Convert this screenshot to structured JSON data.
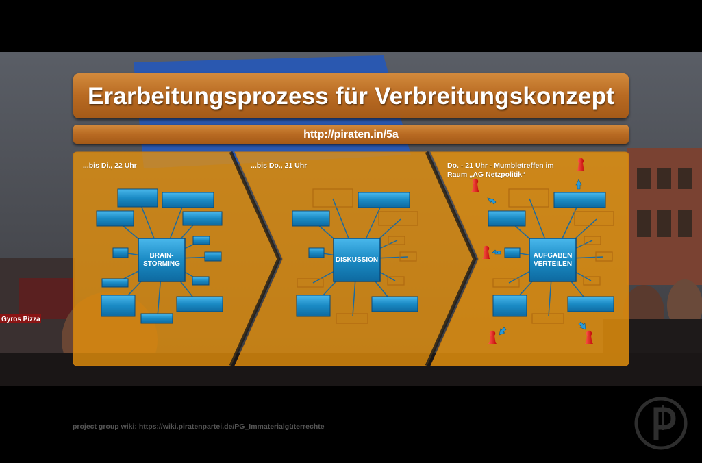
{
  "slide": {
    "title": "Erarbeitungsprozess für Verbreitungskonzept",
    "url": "http://piraten.in/5a",
    "footer": "project group wiki: https://wiki.piratenpartei.de/PG_Immaterialgüterrechte"
  },
  "phases": [
    {
      "time_label": "...bis Di., 22 Uhr",
      "center_label_1": "BRAIN-",
      "center_label_2": "STORMING"
    },
    {
      "time_label": "...bis Do., 21 Uhr",
      "center_label_1": "DISKUSSION",
      "center_label_2": ""
    },
    {
      "time_label_1": "Do. - 21 Uhr - Mumbletreffen im",
      "time_label_2": "Raum „AG Netzpolitik“",
      "center_label_1": "AUFGABEN",
      "center_label_2": "VERTEILEN"
    }
  ],
  "background": {
    "shop_sign": "Gyros Pizza"
  },
  "colors": {
    "orange": "#e8920c",
    "title_bar": "#c07428",
    "node_blue": "#1a8ac4",
    "pawn_red": "#e01010"
  },
  "icons": [
    "pirate-logo-icon",
    "pawn-icon",
    "arrow-icon"
  ]
}
